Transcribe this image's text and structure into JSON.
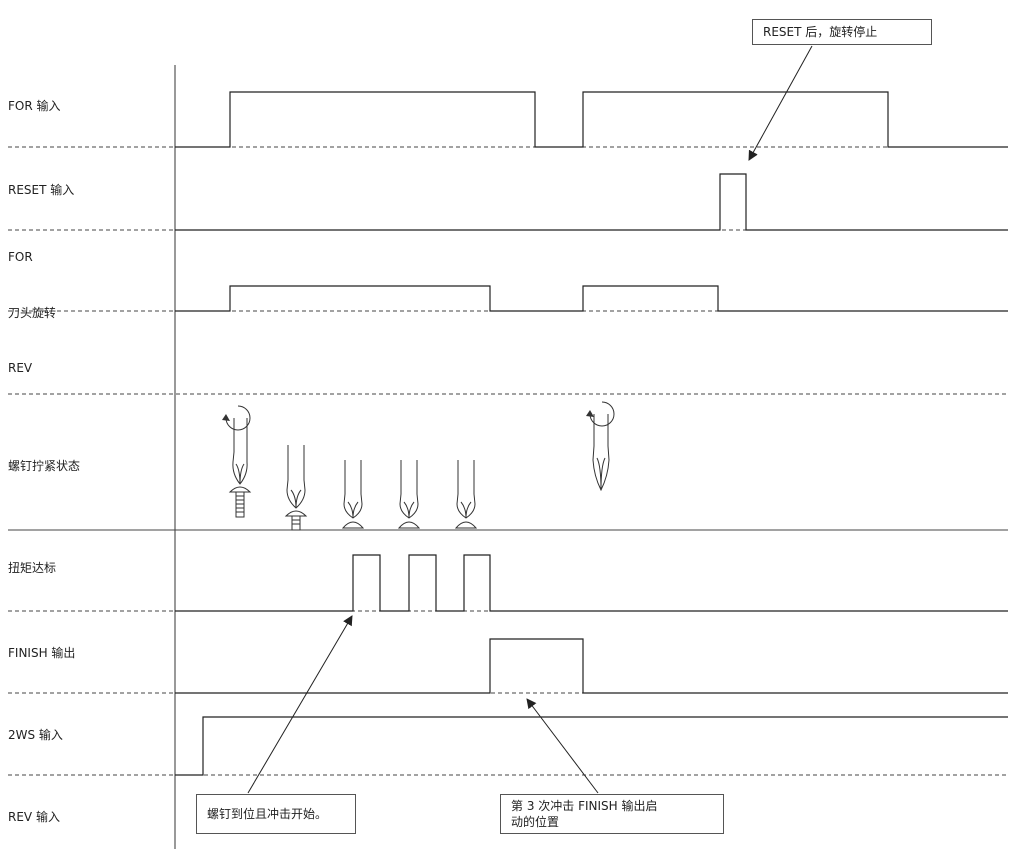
{
  "signals": {
    "for_in": "FOR 输入",
    "reset_in": "RESET 输入",
    "for": "FOR",
    "bit_rotation": "刀头旋转",
    "rev": "REV",
    "screw_state": "螺钉拧紧状态",
    "torque_reached": "扭矩达标",
    "finish_out": "FINISH 输出",
    "ws2_in": "2WS 输入",
    "rev_in": "REV 输入"
  },
  "notes": {
    "reset_stop": "RESET 后，旋转停止",
    "seated_impact_start": "螺钉到位且冲击开始。",
    "finish_start_line1": "第 3 次冲击 FINISH 输出启",
    "finish_start_line2": "动的位置"
  },
  "icons": [
    "rotation-arrow-icon",
    "screwdriver-bit-icon",
    "screw-icon"
  ]
}
